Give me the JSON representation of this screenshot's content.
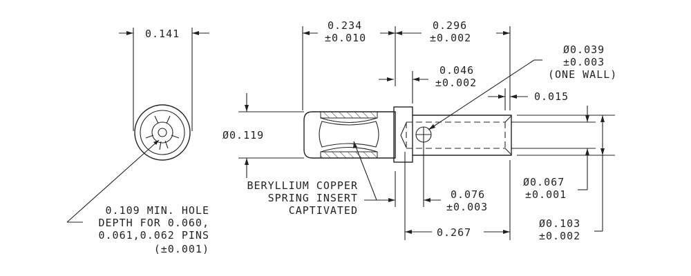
{
  "end_view": {
    "width_dim": "0.141",
    "hole_note": [
      "0.109 MIN. HOLE",
      "DEPTH FOR 0.060,",
      "0.061,0.062 PINS",
      "(±0.001)"
    ]
  },
  "side_view": {
    "body_length": [
      "0.234",
      "±0.010"
    ],
    "tail_length": [
      "0.296",
      "±0.002"
    ],
    "flange_width": [
      "0.046",
      "±0.002"
    ],
    "chamfer": "0.015",
    "body_dia": "Ø0.119",
    "side_hole": [
      "Ø0.039",
      "±0.003",
      "(ONE WALL)"
    ],
    "insert_note": [
      "BERYLLIUM COPPER",
      "SPRING INSERT",
      "CAPTIVATED"
    ],
    "hole_pos": [
      "0.076",
      "±0.003"
    ],
    "bore_dia": [
      "Ø0.067",
      "±0.001"
    ],
    "tail_dia": [
      "Ø0.103",
      "±0.002"
    ],
    "bore_depth": "0.267"
  }
}
